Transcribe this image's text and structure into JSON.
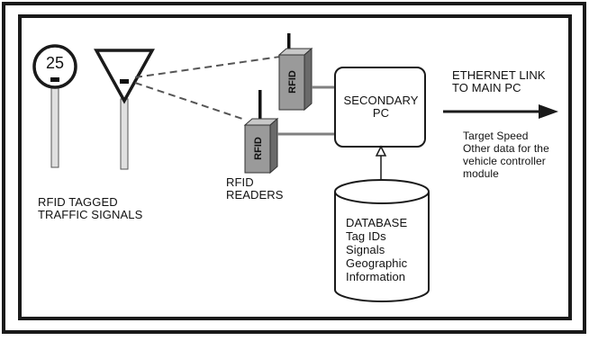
{
  "speed_sign": {
    "value": "25"
  },
  "readers": {
    "tag": "RFID"
  },
  "labels": {
    "signals": "RFID TAGGED\nTRAFFIC SIGNALS",
    "readers": "RFID\nREADERS",
    "secondary_pc": "SECONDARY\nPC",
    "ethernet": "ETHERNET LINK\nTO MAIN PC",
    "outputs": "Target Speed\nOther data for the\nvehicle controller\nmodule",
    "database": "DATABASE\nTag IDs\nSignals\nGeographic\nInformation"
  },
  "colors": {
    "line": "#1a1a1a",
    "reader_fill": "#9a9a9a",
    "pole_fill": "#e0e0e0",
    "cable": "#808080"
  }
}
